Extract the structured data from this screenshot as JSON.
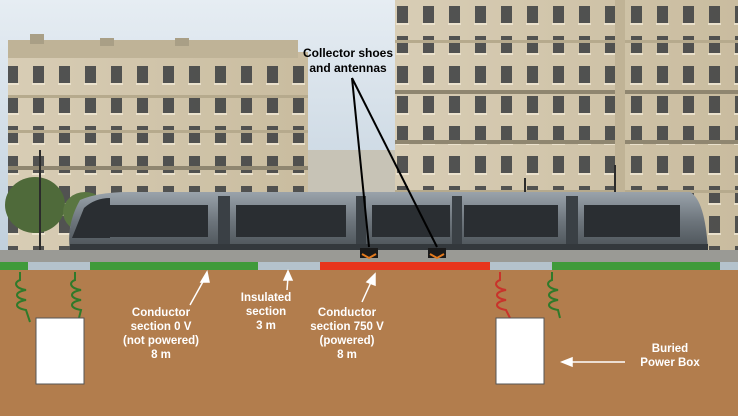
{
  "labels": {
    "collector": [
      "Collector shoes",
      "and antennas"
    ],
    "section_0v": [
      "Conductor",
      "section 0 V",
      "(not powered)",
      "8 m"
    ],
    "insulated": [
      "Insulated",
      "section",
      "3 m"
    ],
    "section_750v": [
      "Conductor",
      "section 750 V",
      "(powered)",
      "8 m"
    ],
    "power_box": [
      "Buried",
      "Power Box"
    ]
  },
  "colors": {
    "ground": "#b27d4d",
    "unpowered_section": "#3f9a3a",
    "insulated_section": "#b4c2cc",
    "powered_section": "#e8341c",
    "coil_unpowered": "#2f7a2a",
    "coil_powered": "#c8332b",
    "power_box": "#ffffff",
    "sky": "#cdd9e4",
    "building": "#d9ccb2"
  }
}
